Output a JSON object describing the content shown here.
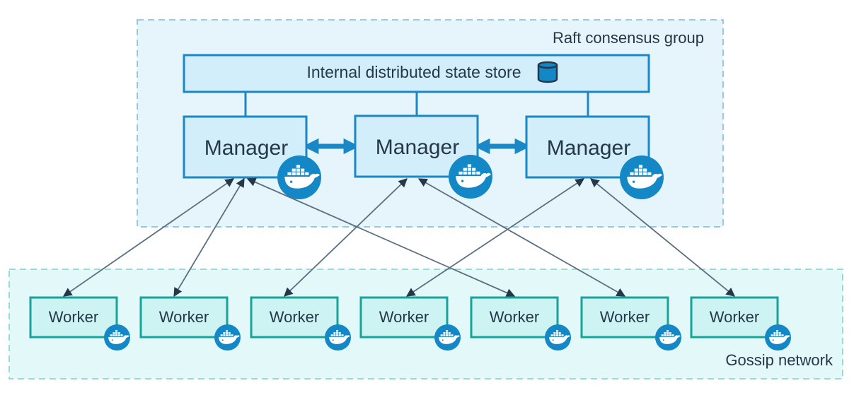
{
  "raft_group": {
    "label": "Raft consensus group"
  },
  "store": {
    "label": "Internal distributed state store",
    "icon": "database-icon"
  },
  "managers": [
    {
      "label": "Manager"
    },
    {
      "label": "Manager"
    },
    {
      "label": "Manager"
    }
  ],
  "gossip": {
    "label": "Gossip network"
  },
  "workers": [
    {
      "label": "Worker"
    },
    {
      "label": "Worker"
    },
    {
      "label": "Worker"
    },
    {
      "label": "Worker"
    },
    {
      "label": "Worker"
    },
    {
      "label": "Worker"
    },
    {
      "label": "Worker"
    }
  ],
  "connections": [
    {
      "worker": 1,
      "manager": 1
    },
    {
      "worker": 2,
      "manager": 1
    },
    {
      "worker": 5,
      "manager": 1
    },
    {
      "worker": 3,
      "manager": 2
    },
    {
      "worker": 6,
      "manager": 2
    },
    {
      "worker": 4,
      "manager": 3
    },
    {
      "worker": 7,
      "manager": 3
    }
  ],
  "colors": {
    "manager_border": "#1a87c6",
    "manager_fill": "#d3eefb",
    "raft_fill": "#e6f4fb",
    "worker_border": "#16a39a",
    "worker_fill": "#cdf3f2",
    "gossip_fill": "#e3f8f8",
    "docker_blue": "#1488c6",
    "arrow": "#5a6f80"
  },
  "node_icon": "docker-whale-icon"
}
